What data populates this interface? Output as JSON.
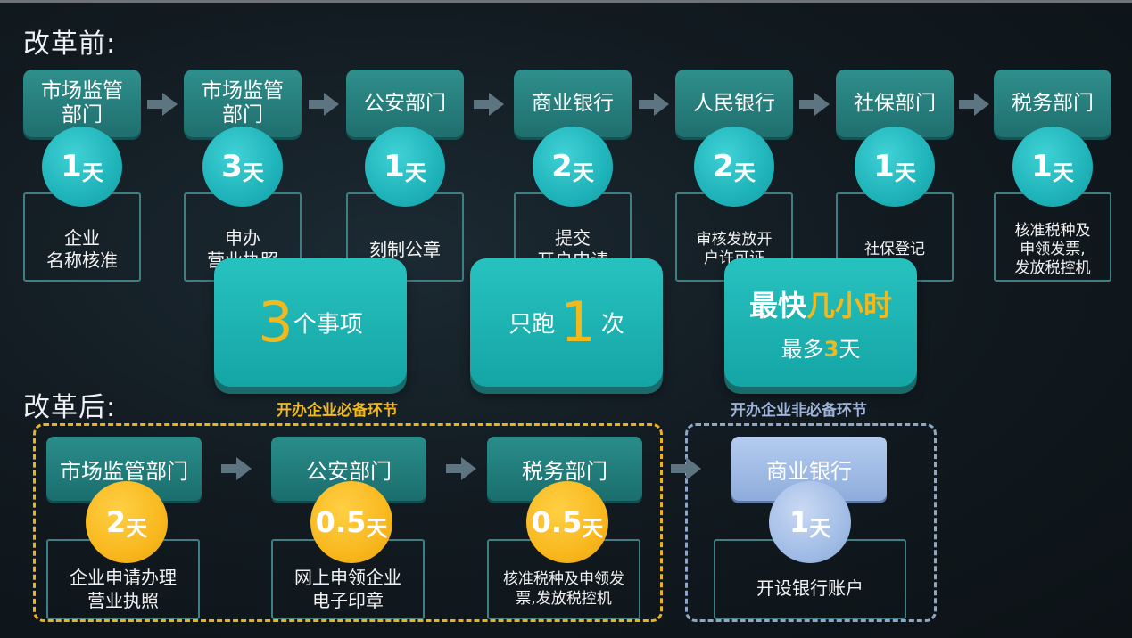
{
  "before": {
    "title": "改革前:",
    "steps": [
      {
        "dept": "市场监管\n部门",
        "num": "1",
        "unit": "天",
        "desc": "企业\n名称核准"
      },
      {
        "dept": "市场监管\n部门",
        "num": "3",
        "unit": "天",
        "desc": "申办\n营业执照"
      },
      {
        "dept": "公安部门",
        "num": "1",
        "unit": "天",
        "desc": "刻制公章"
      },
      {
        "dept": "商业银行",
        "num": "2",
        "unit": "天",
        "desc": "提交\n开户申请"
      },
      {
        "dept": "人民银行",
        "num": "2",
        "unit": "天",
        "desc": "审核发放开\n户许可证"
      },
      {
        "dept": "社保部门",
        "num": "1",
        "unit": "天",
        "desc": "社保登记"
      },
      {
        "dept": "税务部门",
        "num": "1",
        "unit": "天",
        "desc": "核准税种及\n申领发票,\n发放税控机"
      }
    ]
  },
  "highlights": {
    "box1": {
      "num": "3",
      "text": "个事项"
    },
    "box2": {
      "pre": "只跑",
      "num": "1",
      "post": "次"
    },
    "box3": {
      "fast_a": "最快",
      "fast_b": "几小时",
      "most_a": "最多",
      "most_b": "3",
      "most_c": "天"
    }
  },
  "after": {
    "title": "改革后:",
    "required_label": "开办企业必备环节",
    "optional_label": "开办企业非必备环节",
    "steps": [
      {
        "dept": "市场监管部门",
        "num": "2",
        "unit": "天",
        "desc": "企业申请办理\n营业执照"
      },
      {
        "dept": "公安部门",
        "num": "0.5",
        "unit": "天",
        "desc": "网上申领企业\n电子印章"
      },
      {
        "dept": "税务部门",
        "num": "0.5",
        "unit": "天",
        "desc": "核准税种及申领发\n票,发放税控机"
      }
    ],
    "optional_step": {
      "dept": "商业银行",
      "num": "1",
      "unit": "天",
      "desc": "开设银行账户"
    }
  },
  "colors": {
    "teal": "#1fb4ba",
    "gold": "#f8b61c",
    "blue": "#9fbbe5",
    "required_border": "#e9b320",
    "optional_border": "#8fa6c9"
  }
}
